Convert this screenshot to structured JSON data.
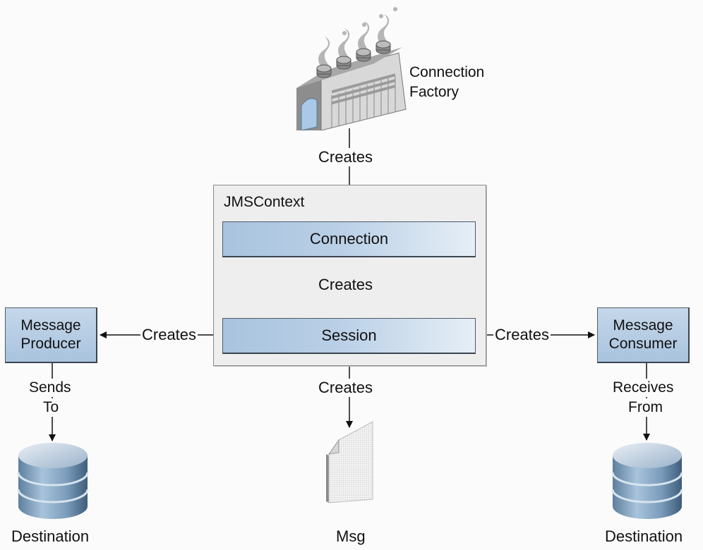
{
  "diagram": {
    "connection_factory": {
      "label_line1": "Connection",
      "label_line2": "Factory",
      "icon": "factory-icon"
    },
    "context": {
      "title": "JMSContext"
    },
    "connection": {
      "label": "Connection"
    },
    "session": {
      "label": "Session"
    },
    "producer": {
      "line1": "Message",
      "line2": "Producer"
    },
    "consumer": {
      "line1": "Message",
      "line2": "Consumer"
    },
    "edges": {
      "factory_to_connection": "Creates",
      "connection_to_session": "Creates",
      "session_to_producer": "Creates",
      "session_to_consumer": "Creates",
      "session_to_msg": "Creates",
      "producer_to_dest_line1": "Sends",
      "producer_to_dest_line2": "To",
      "consumer_to_dest_line1": "Receives",
      "consumer_to_dest_line2": "From"
    },
    "msg": {
      "label": "Msg",
      "icon": "document-icon"
    },
    "destination_left": {
      "label": "Destination",
      "icon": "database-icon"
    },
    "destination_right": {
      "label": "Destination",
      "icon": "database-icon"
    }
  }
}
